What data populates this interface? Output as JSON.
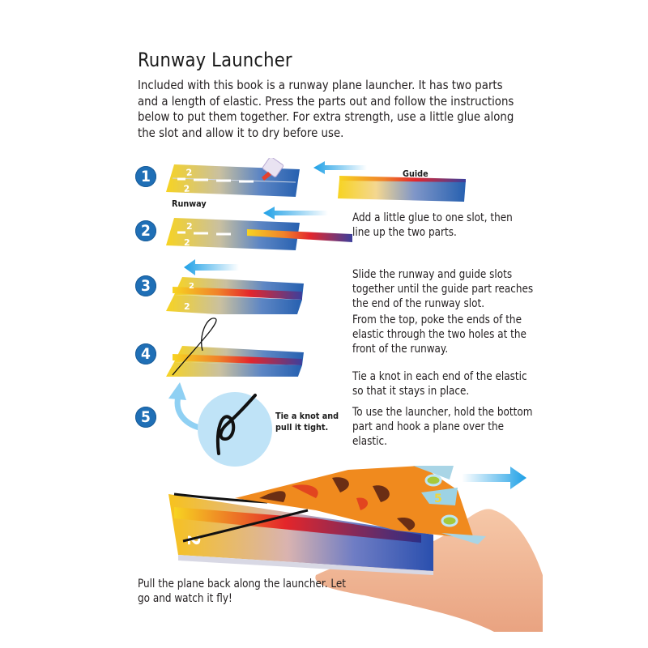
{
  "page": {
    "title": "Runway Launcher",
    "intro": "Included with this book is a runway plane launcher. It has two parts and a length of elastic. Press the parts out and follow the instructions below to put them together. For extra strength, use a little glue along the slot and allow it to dry before use."
  },
  "diagram": {
    "labels": {
      "runway": "Runway",
      "guide": "Guide",
      "knot_tip_line1": "Tie a knot and",
      "knot_tip_line2": "pull it tight."
    },
    "steps": [
      {
        "number": "1",
        "text": "Add a little glue to one slot, then line up the two parts."
      },
      {
        "number": "2",
        "text": "Slide the runway and guide slots together until the guide part reaches the end of the runway slot."
      },
      {
        "number": "3",
        "text": "From the top, poke the ends of the elastic through the two holes at the front of the runway."
      },
      {
        "number": "4",
        "text": "Tie a knot in each end of the elastic so that it stays in place."
      },
      {
        "number": "5",
        "text": "To use the launcher, hold the bottom part and hook a plane over the elastic."
      }
    ],
    "runway_marking": "2",
    "plane_number": "5"
  },
  "footer": {
    "caption": "Pull the plane back along the launcher. Let go and watch it fly!"
  },
  "colors": {
    "step_circle": "#1f6fb6",
    "arrow": "#1ea0e6",
    "knot_circle": "#bfe3f7",
    "runway_yellow": "#f7d321",
    "runway_blue": "#2660b0",
    "guide_red": "#e8262a",
    "plane_orange": "#f08a1e"
  }
}
